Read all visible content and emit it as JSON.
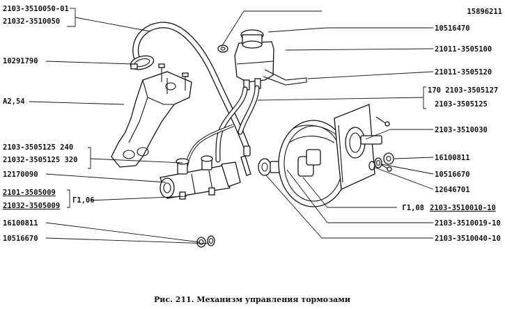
{
  "caption": "Рис. 211. Механизм управления тормозами",
  "labels": {
    "l_2103_3510050_01": "2103-3510050-01",
    "l_21032_3510050": "21032-3510050",
    "l_10291790": "10291790",
    "l_a254": "А2,54",
    "l_2103_3505125_240": "2103-3505125  240",
    "l_21032_3505125_320": "21032-3505125 320",
    "l_12170090": "12170090",
    "l_2101_3505009": "2101-3505009",
    "l_21032_3505009": "21032-3505009",
    "l_g106_left": "Г1,06",
    "l_16100811_left": "16100811",
    "l_10516670_left": "10516670",
    "l_15896211": "15896211",
    "l_10516470": "10516470",
    "l_21011_3505100": "21011-3505100",
    "l_21011_3505120": "21011-3505120",
    "l_170_2103_3505127": "170 2103-3505127",
    "l_2103_3505125_right": "2103-3505125",
    "l_2103_3510030": "2103-3510030",
    "l_16100811_right": "16100811",
    "l_10516670_right": "10516670",
    "l_12646701": "12646701",
    "l_g108": "Г1,08",
    "l_2103_3510010_10": "2103-3510010-10",
    "l_2103_3510019_10": "2103-3510019-10",
    "l_2103_3510040_10": "2103-3510040-10"
  }
}
